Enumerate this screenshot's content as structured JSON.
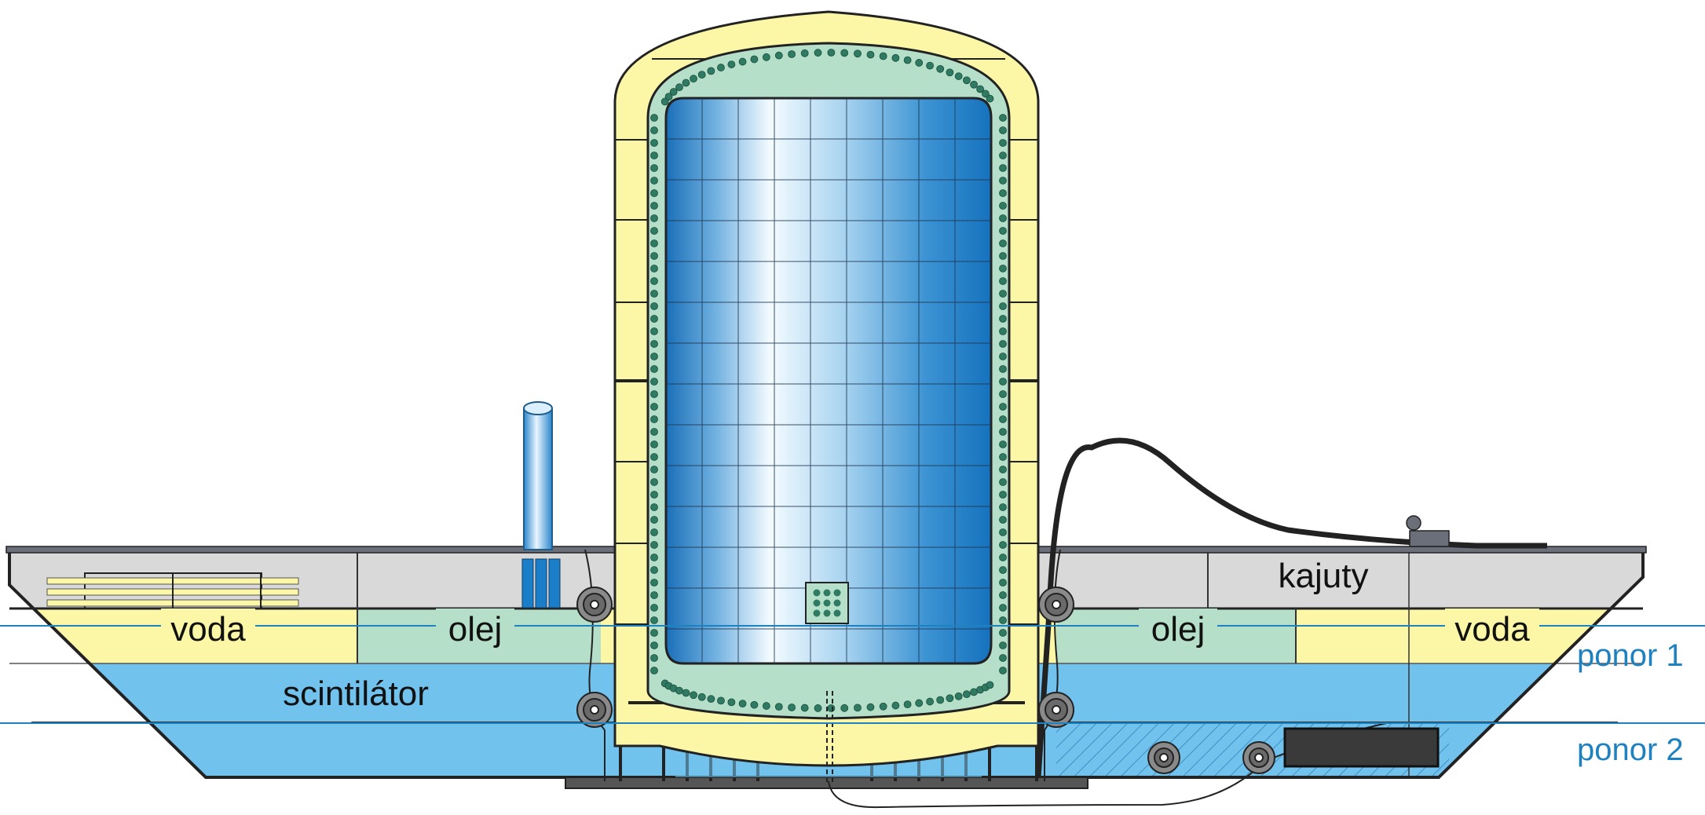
{
  "labels": {
    "voda_left": "voda",
    "olej_left": "olej",
    "scintilator": "scintilátor",
    "kajuty": "kajuty",
    "olej_right": "olej",
    "voda_right": "voda"
  },
  "levels": {
    "ponor1": "ponor 1",
    "ponor2": "ponor 2"
  },
  "colors": {
    "yellow": "#fbf7a6",
    "mint": "#b5dfc8",
    "light_blue": "#72c2ee",
    "deep_blue": "#1a7ec8",
    "grey_deck": "#d9d9d9",
    "level_line": "#1f82c0",
    "outline": "#222222",
    "dark_box": "#3a3a3a"
  }
}
